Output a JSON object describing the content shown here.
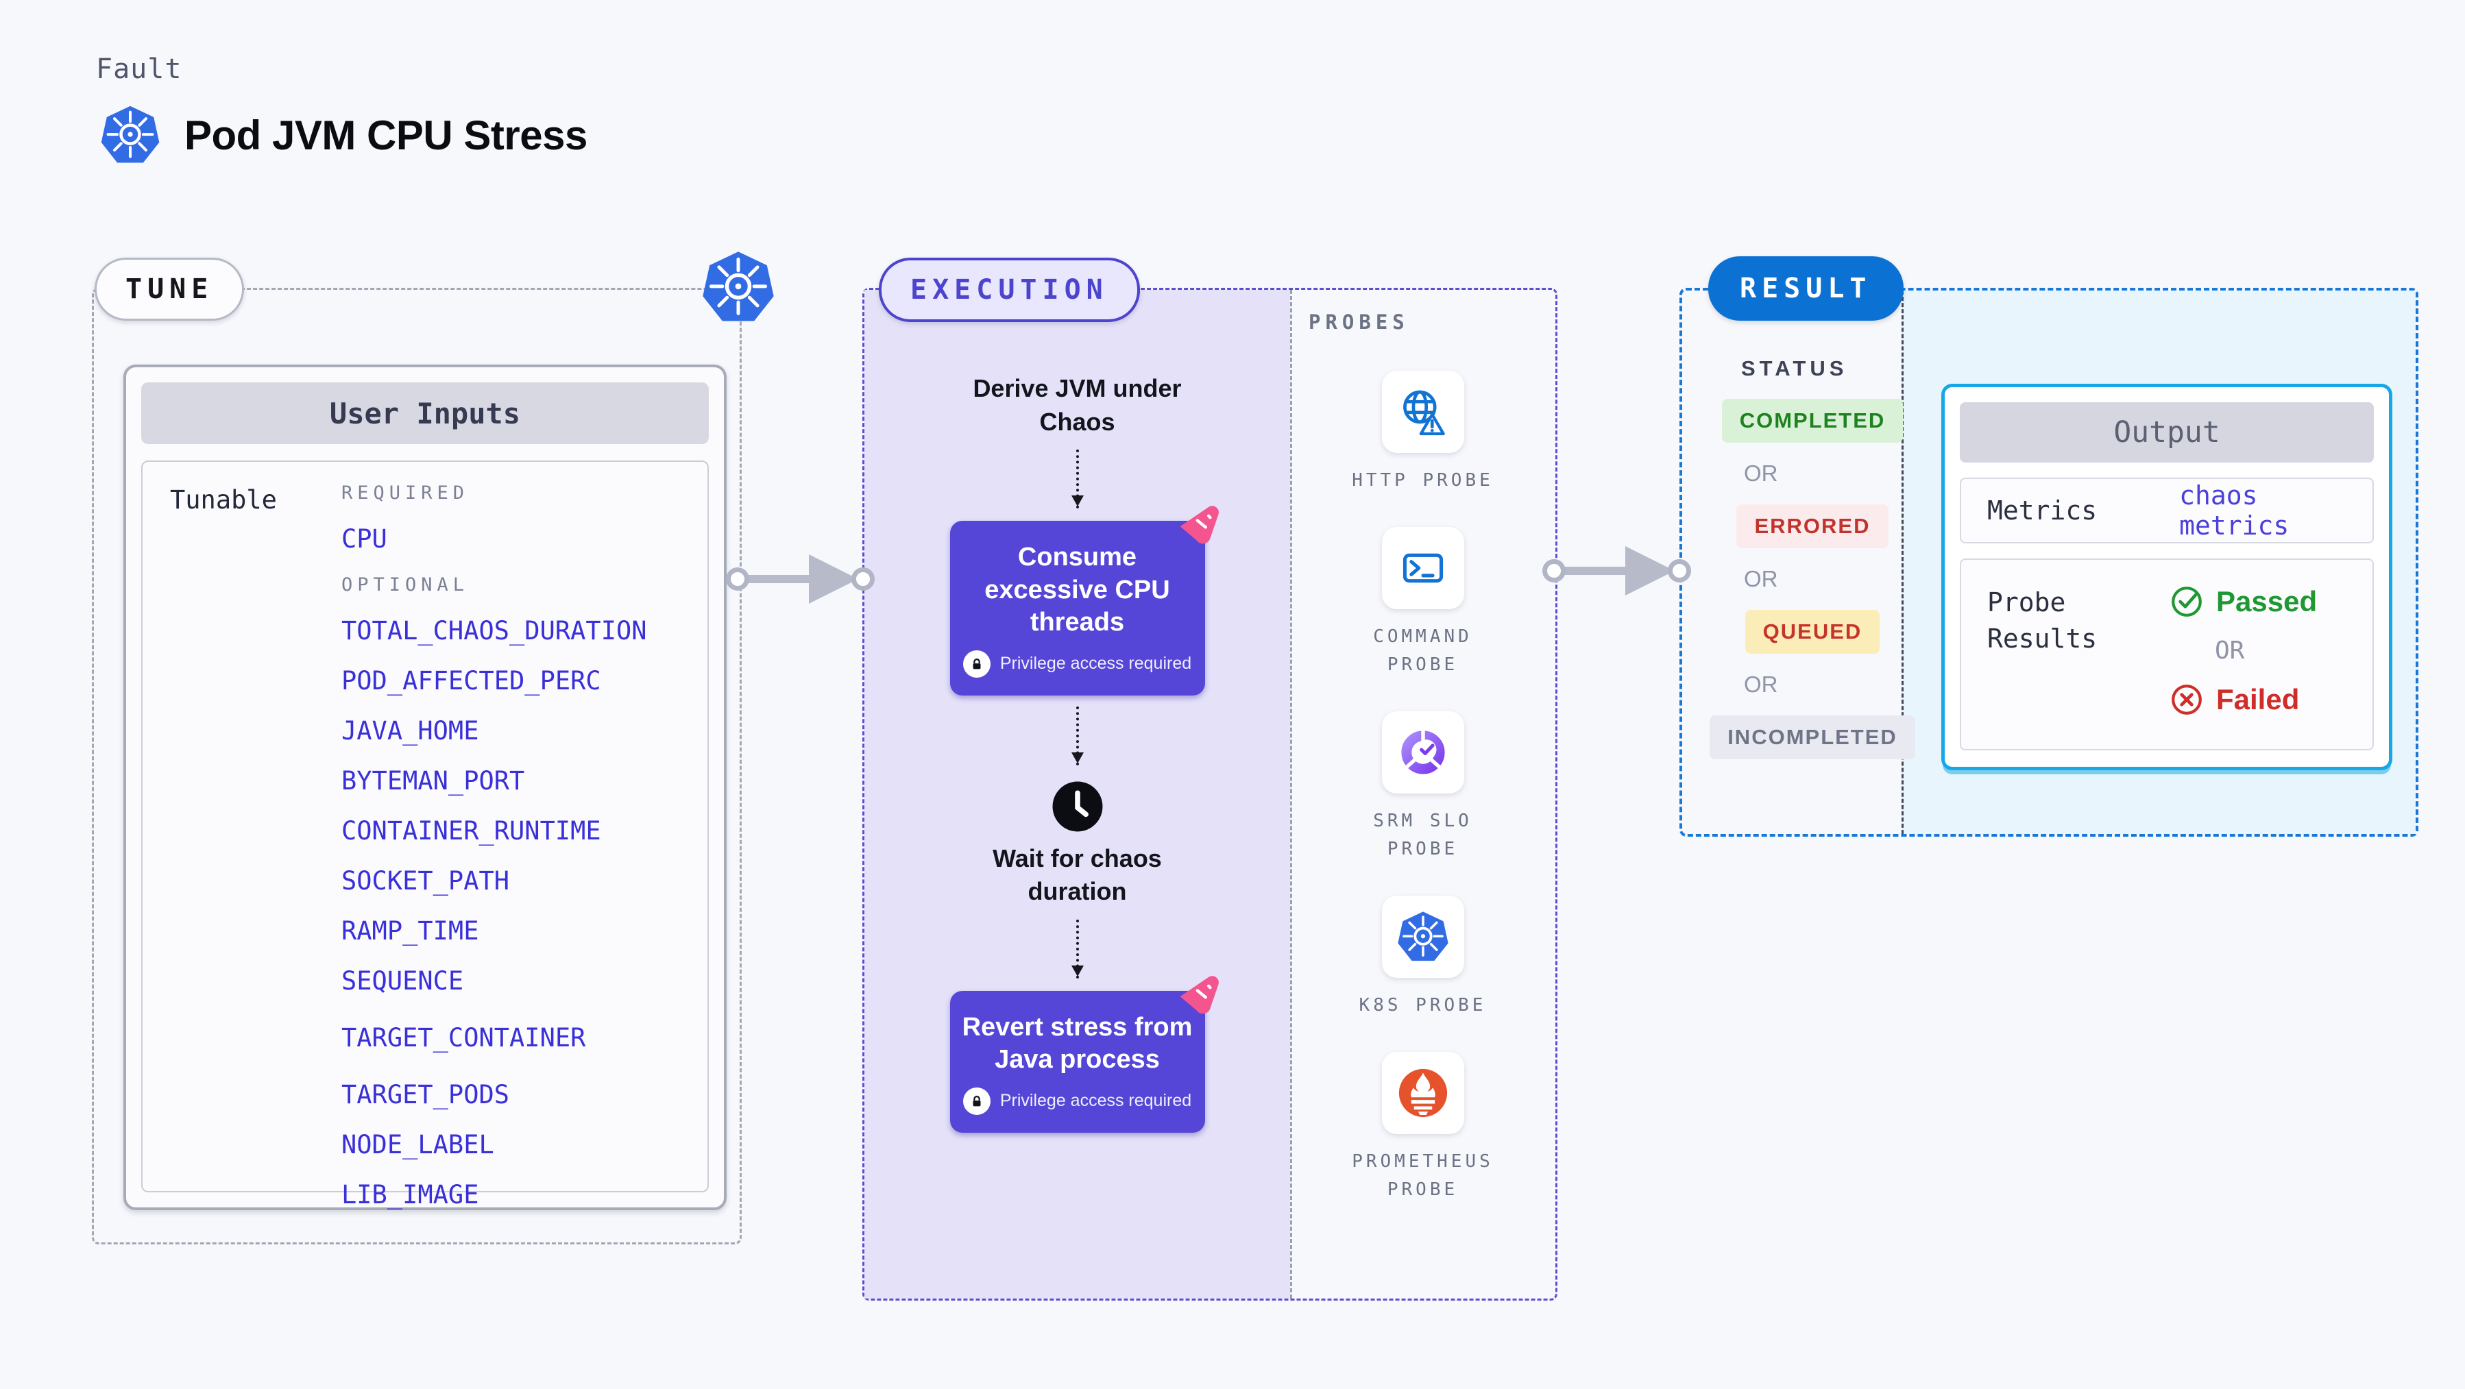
{
  "header": {
    "fault_label": "Fault",
    "title": "Pod JVM CPU Stress"
  },
  "tune": {
    "pill": "TUNE",
    "card_title": "User Inputs",
    "row_label": "Tunable",
    "required_heading": "REQUIRED",
    "required": [
      "CPU"
    ],
    "optional_heading": "OPTIONAL",
    "optional": [
      "TOTAL_CHAOS_DURATION",
      "POD_AFFECTED_PERC",
      "JAVA_HOME",
      "BYTEMAN_PORT",
      "CONTAINER_RUNTIME",
      "SOCKET_PATH",
      "RAMP_TIME",
      "SEQUENCE",
      "TARGET_CONTAINER",
      "TARGET_PODS",
      "NODE_LABEL",
      "LIB_IMAGE"
    ]
  },
  "execution": {
    "pill": "EXECUTION",
    "derive": "Derive JVM under Chaos",
    "consume": "Consume excessive CPU threads",
    "wait": "Wait for chaos duration",
    "revert": "Revert stress from Java process",
    "privilege": "Privilege access required"
  },
  "probes": {
    "heading": "PROBES",
    "labels": [
      "HTTP PROBE",
      "COMMAND PROBE",
      "SRM SLO PROBE",
      "K8S PROBE",
      "PROMETHEUS PROBE"
    ]
  },
  "result": {
    "pill": "RESULT",
    "status_heading": "STATUS",
    "completed": "COMPLETED",
    "errored": "ERRORED",
    "queued": "QUEUED",
    "incompleted": "INCOMPLETED",
    "or": "OR",
    "output": {
      "title": "Output",
      "metrics_label": "Metrics",
      "metrics_value": "chaos metrics",
      "probe_label": "Probe Results",
      "passed": "Passed",
      "or": "OR",
      "failed": "Failed"
    }
  },
  "colors": {
    "kubernetes_blue": "#326ce5",
    "chaos_node_indigo": "#5546d7",
    "execution_lavender": "#e4e1f9",
    "result_pill_blue": "#0b72d4",
    "output_border_cyan": "#16a7e8",
    "passed_green": "#1f9834",
    "failed_red": "#cf2d27",
    "completed_green": "#1e8220",
    "errored_red": "#c1342e",
    "queued_yellow_bg": "#fbedb7",
    "param_link_blue": "#3a30d9",
    "prometheus_orange": "#e6522c",
    "spark_pink": "#f4558e"
  }
}
